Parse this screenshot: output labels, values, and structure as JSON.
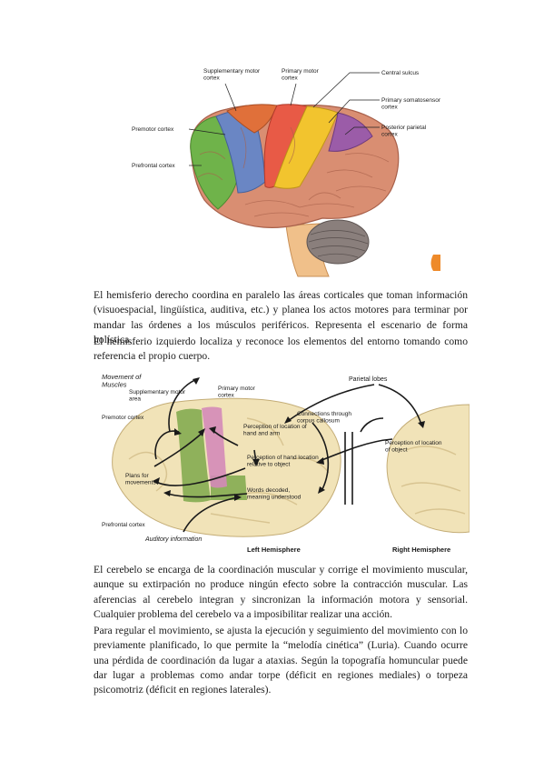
{
  "figure1": {
    "labels": {
      "supplementary": "Supplementary motor cortex",
      "primary": "Primary motor cortex",
      "central": "Central sulcus",
      "somato": "Primary somatosensory cortex",
      "posterior": "Posterior parietal cortex",
      "premotor": "Premotor cortex",
      "prefrontal": "Prefrontal cortex"
    },
    "colors": {
      "prefrontal": "#6fb34a",
      "premotor": "#6a86c4",
      "supplementary": "#e0703a",
      "primary": "#e85a46",
      "somatosensory": "#f2c42e",
      "posterior": "#9b5ca8",
      "cortex": "#d98e72",
      "cerebellum": "#8a7f7c",
      "stem": "#f0c08a"
    }
  },
  "paragraph1": "El hemisferio derecho coordina en paralelo las áreas corticales que toman información (visuoespacial, lingüística, auditiva, etc.) y planea los actos motores para terminar por mandar las órdenes a los músculos periféricos. Representa el escenario de forma holística.",
  "paragraph2": "El hemisferio izquierdo localiza y reconoce los elementos del entorno tomando como referencia el propio cuerpo.",
  "figure2": {
    "labels": {
      "movement": "Movement of Muscles",
      "supplementary": "Supplementary motor area",
      "primary": "Primary motor cortex",
      "parietal": "Parietal lobes",
      "connections": "Connections through corpus callosum",
      "premotor": "Premotor cortex",
      "perception_hand": "Perception of location of hand and arm",
      "perception_location": "Perception of hand location relative to object",
      "perception_object": "Perception of location of object",
      "plans": "Plans for movements",
      "words": "Words decoded, meaning understood",
      "prefrontal": "Prefrontal cortex",
      "auditory": "Auditory information",
      "left": "Left Hemisphere",
      "right": "Right Hemisphere"
    },
    "colors": {
      "brain": "#f1e3b8",
      "green": "#7ea84a",
      "pink": "#d48ab8"
    }
  },
  "paragraph3": "El cerebelo se encarga de la coordinación muscular y corrige el movimiento muscular, aunque su extirpación no produce ningún efecto sobre la contracción muscular. Las aferencias al cerebelo integran y sincronizan la información motora y sensorial. Cualquier problema del cerebelo va a imposibilitar realizar una acción.",
  "paragraph4": "Para regular el movimiento, se ajusta la ejecución y seguimiento del movimiento con lo previamente planificado, lo que permite la “melodía cinética” (Luria). Cuando ocurre una pérdida de coordinación da lugar a ataxias. Según la topografía homuncular puede dar lugar a problemas como andar torpe (déficit en regiones mediales) o torpeza psicomotriz (déficit en regiones laterales)."
}
